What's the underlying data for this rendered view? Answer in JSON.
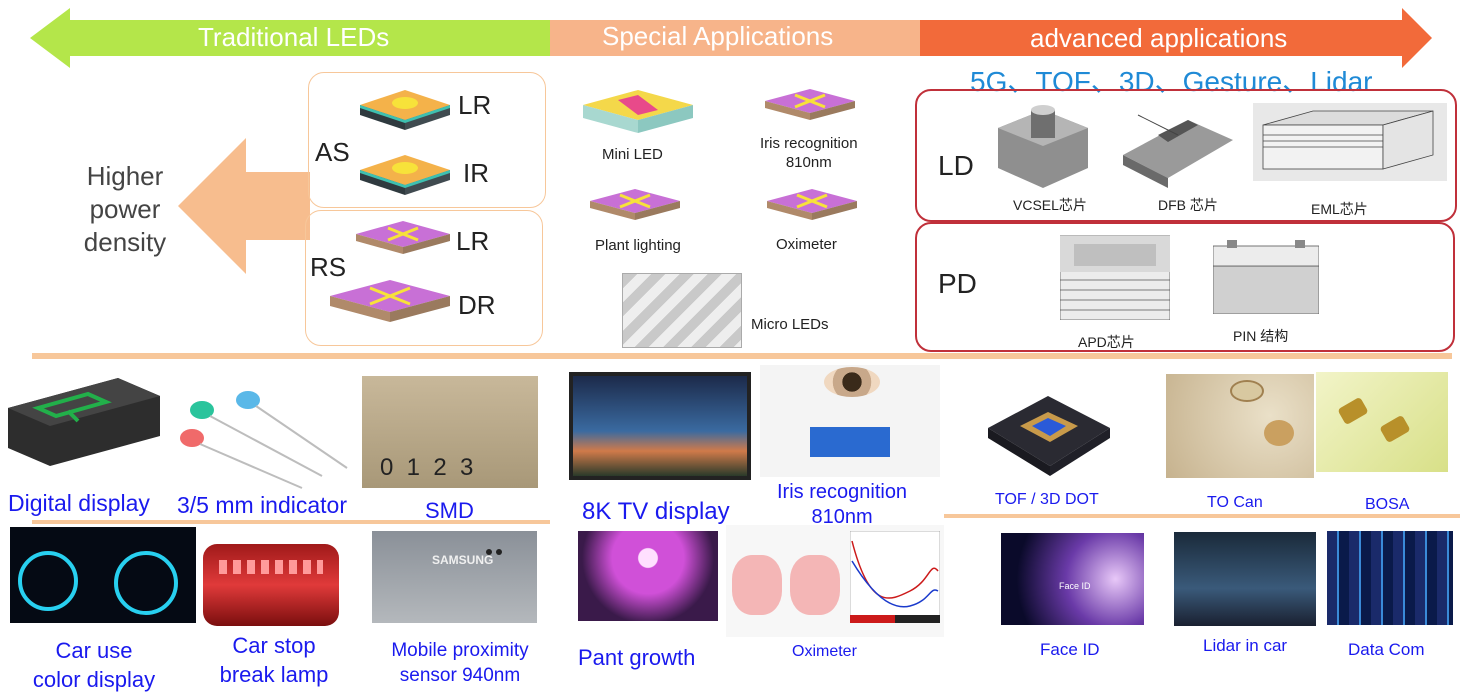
{
  "colors": {
    "green": "#b4e64a",
    "peach": "#f7b48a",
    "orange": "#f26a3a",
    "blue_text": "#1a1aee",
    "sub_blue": "#1f8ad6",
    "divider": "#f7c79a",
    "red_box": "#c0303a"
  },
  "banner": {
    "traditional": "Traditional LEDs",
    "special": "Special Applications",
    "advanced": "advanced applications",
    "subtitle": "5G、TOF、3D、Gesture、Lidar"
  },
  "left_arrow": {
    "text_line1": "Higher",
    "text_line2": "power",
    "text_line3": "density"
  },
  "as_group": {
    "label": "AS",
    "item1": "LR",
    "item2": "IR"
  },
  "rs_group": {
    "label": "RS",
    "item1": "LR",
    "item2": "DR"
  },
  "special_items": {
    "mini_led": "Mini LED",
    "iris_line1": "Iris recognition",
    "iris_line2": "810nm",
    "plant": "Plant lighting",
    "oximeter": "Oximeter",
    "micro": "Micro LEDs"
  },
  "ld_box": {
    "label": "LD",
    "vcsel": "VCSEL芯片",
    "dfb": "DFB 芯片",
    "eml": "EML芯片"
  },
  "pd_box": {
    "label": "PD",
    "apd": "APD芯片",
    "pin": "PIN 结构"
  },
  "bottom": {
    "digital": "Digital display",
    "indicator": "3/5 mm indicator",
    "smd": "SMD",
    "tv": "8K TV display",
    "iris_line1": "Iris recognition",
    "iris_line2": "810nm",
    "tof": "TOF / 3D DOT",
    "tocan": "TO Can",
    "bosa": "BOSA",
    "car_line1": "Car use",
    "car_line2": "color display",
    "stop_line1": "Car stop",
    "stop_line2": "break lamp",
    "prox_line1": "Mobile proximity",
    "prox_line2": "sensor  940nm",
    "plant": "Pant growth",
    "oxi": "Oximeter",
    "faceid": "Face ID",
    "lidar": "Lidar in car",
    "datacom": "Data Com"
  },
  "image_text": {
    "samsung": "SAMSUNG",
    "ruler": "0  1  2  3",
    "face_id": "Face ID"
  },
  "icons": [
    "arrow-left-right-icon",
    "arrow-left-icon",
    "led-chip-icon"
  ]
}
